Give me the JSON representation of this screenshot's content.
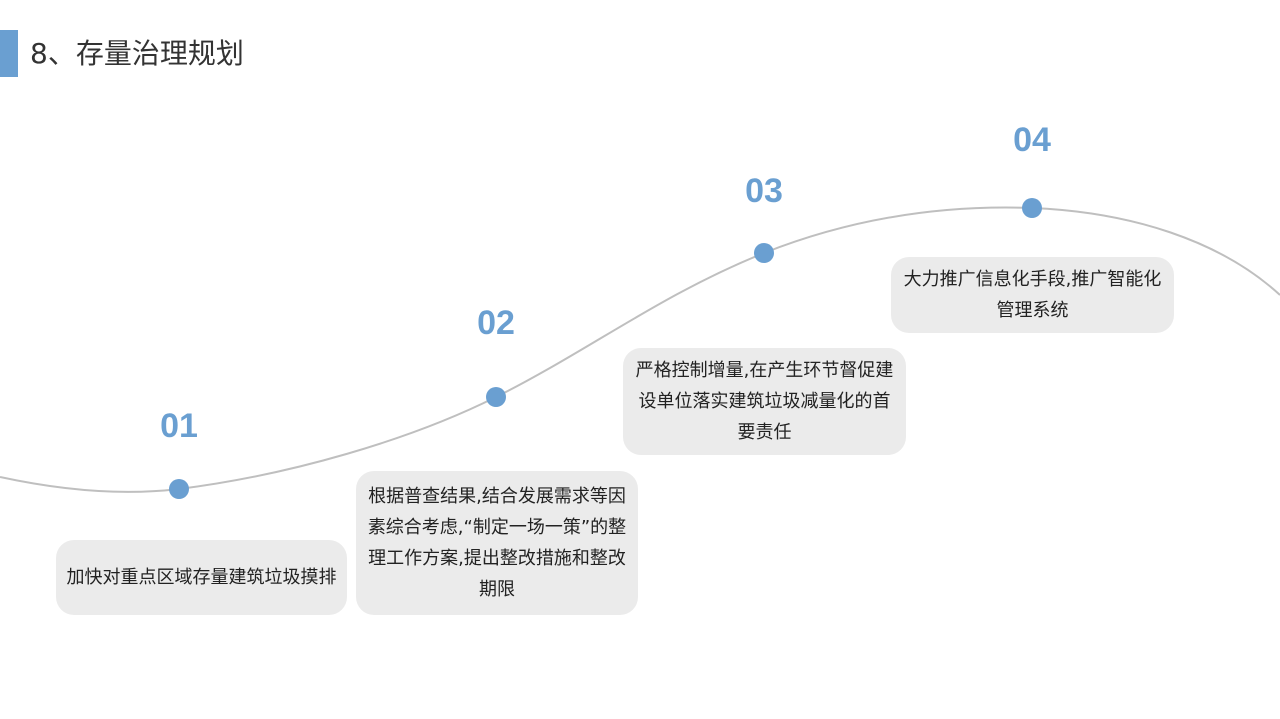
{
  "page": {
    "title": "8、存量治理规划"
  },
  "colors": {
    "accent": "#6a9fd1",
    "curve": "#bfbfbf",
    "box": "#ebebeb",
    "text": "#222222"
  },
  "steps": [
    {
      "number": "01",
      "text": "加快对重点区域存量建筑垃圾摸排"
    },
    {
      "number": "02",
      "text": "根据普查结果,结合发展需求等因素综合考虑,“制定一场一策”的整理工作方案,提出整改措施和整改期限"
    },
    {
      "number": "03",
      "text": "严格控制增量,在产生环节督促建设单位落实建筑垃圾减量化的首要责任"
    },
    {
      "number": "04",
      "text": "大力推广信息化手段,推广智能化管理系统"
    }
  ]
}
